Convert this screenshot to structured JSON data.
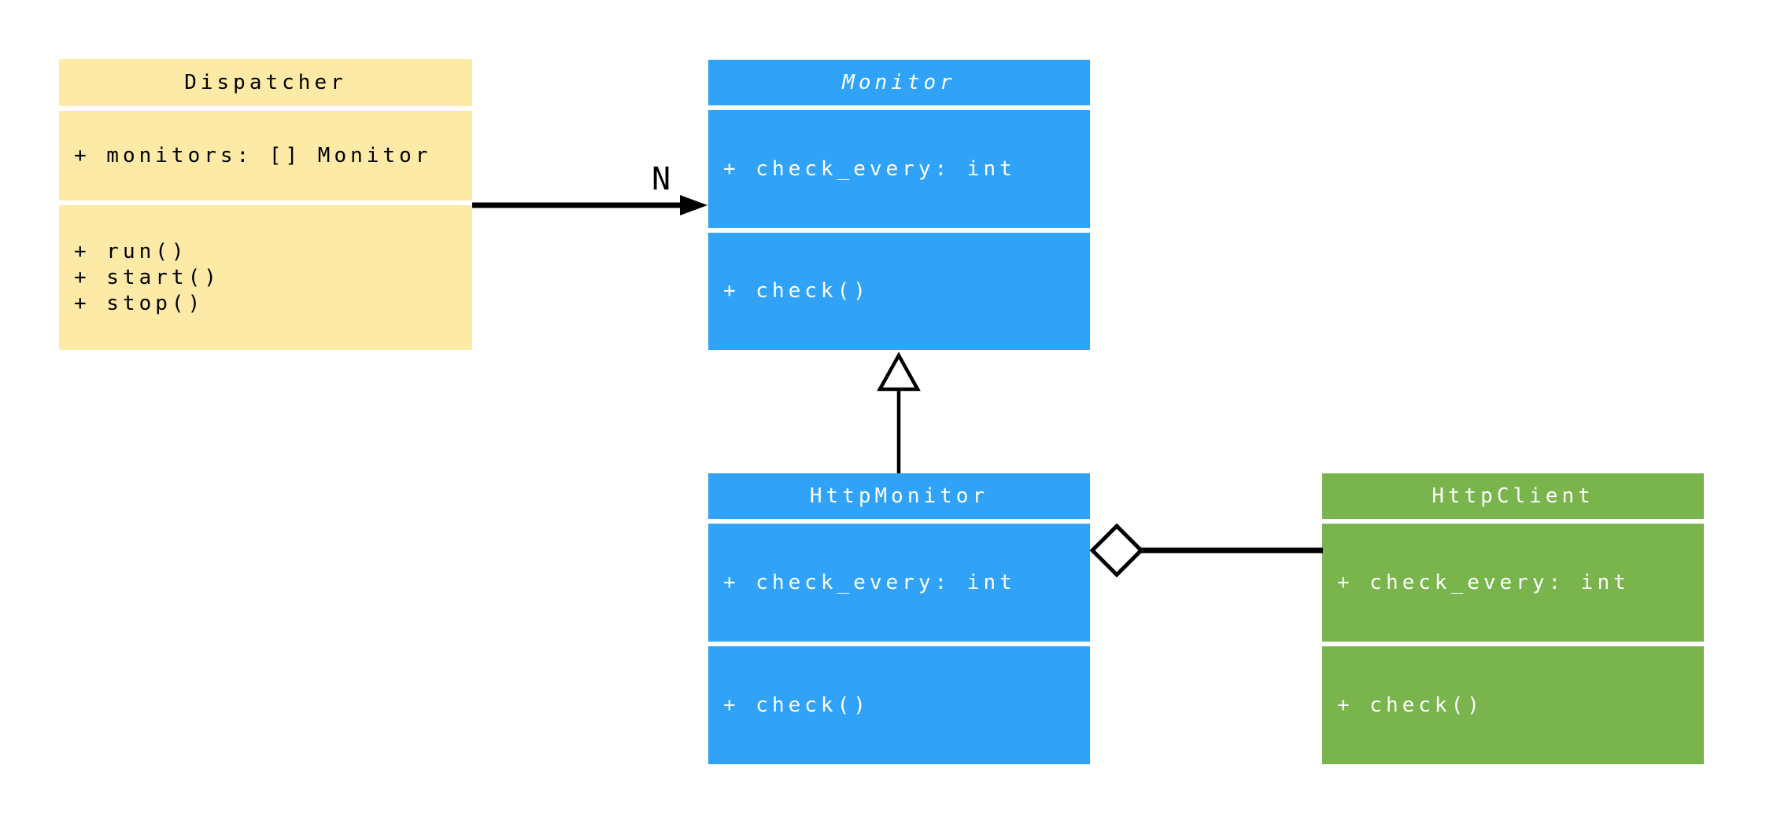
{
  "diagram": {
    "kind": "uml-class-diagram",
    "background_color": "#ffffff",
    "line_color": "#000000",
    "separator_color": "#ffffff"
  },
  "classes": [
    {
      "id": "dispatcher",
      "name": "Dispatcher",
      "abstract": false,
      "fill": "#FDEAA7",
      "text_color": "#000000",
      "attributes": [
        "+ monitors: [] Monitor"
      ],
      "methods": [
        "+ run()",
        "+ start()",
        "+ stop()"
      ]
    },
    {
      "id": "monitor",
      "name": "Monitor",
      "abstract": true,
      "fill": "#30A3F8",
      "text_color": "#ffffff",
      "attributes": [
        "+ check_every: int"
      ],
      "methods": [
        "+ check()"
      ]
    },
    {
      "id": "http-monitor",
      "name": "HttpMonitor",
      "abstract": false,
      "fill": "#30A3F8",
      "text_color": "#ffffff",
      "attributes": [
        "+ check_every: int"
      ],
      "methods": [
        "+ check()"
      ]
    },
    {
      "id": "http-client",
      "name": "HttpClient",
      "abstract": false,
      "fill": "#79B44D",
      "text_color": "#ffffff",
      "attributes": [
        "+ check_every: int"
      ],
      "methods": [
        "+ check()"
      ]
    }
  ],
  "relationships": [
    {
      "from": "Dispatcher",
      "to": "Monitor",
      "type": "association",
      "label": "N"
    },
    {
      "from": "HttpMonitor",
      "to": "Monitor",
      "type": "inheritance",
      "label": ""
    },
    {
      "from": "HttpMonitor",
      "to": "HttpClient",
      "type": "aggregation",
      "label": ""
    }
  ]
}
